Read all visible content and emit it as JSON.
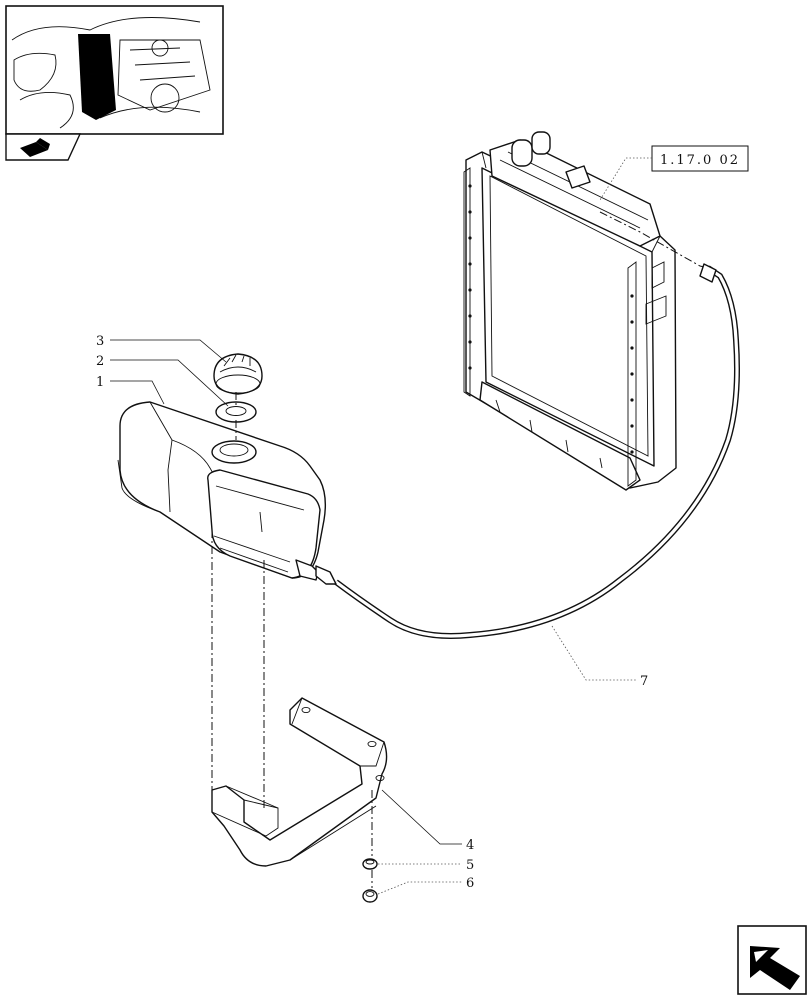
{
  "reference_box": {
    "label": "1.17.0 02"
  },
  "callouts": [
    {
      "id": "3",
      "text": "3"
    },
    {
      "id": "2",
      "text": "2"
    },
    {
      "id": "1",
      "text": "1"
    },
    {
      "id": "4",
      "text": "4"
    },
    {
      "id": "5",
      "text": "5"
    },
    {
      "id": "6",
      "text": "6"
    },
    {
      "id": "7",
      "text": "7"
    }
  ],
  "icons": {
    "thumbnail": "tractor-engine-thumbnail",
    "section": "section-indicator-icon",
    "navigation": "next-page-arrow-icon"
  }
}
